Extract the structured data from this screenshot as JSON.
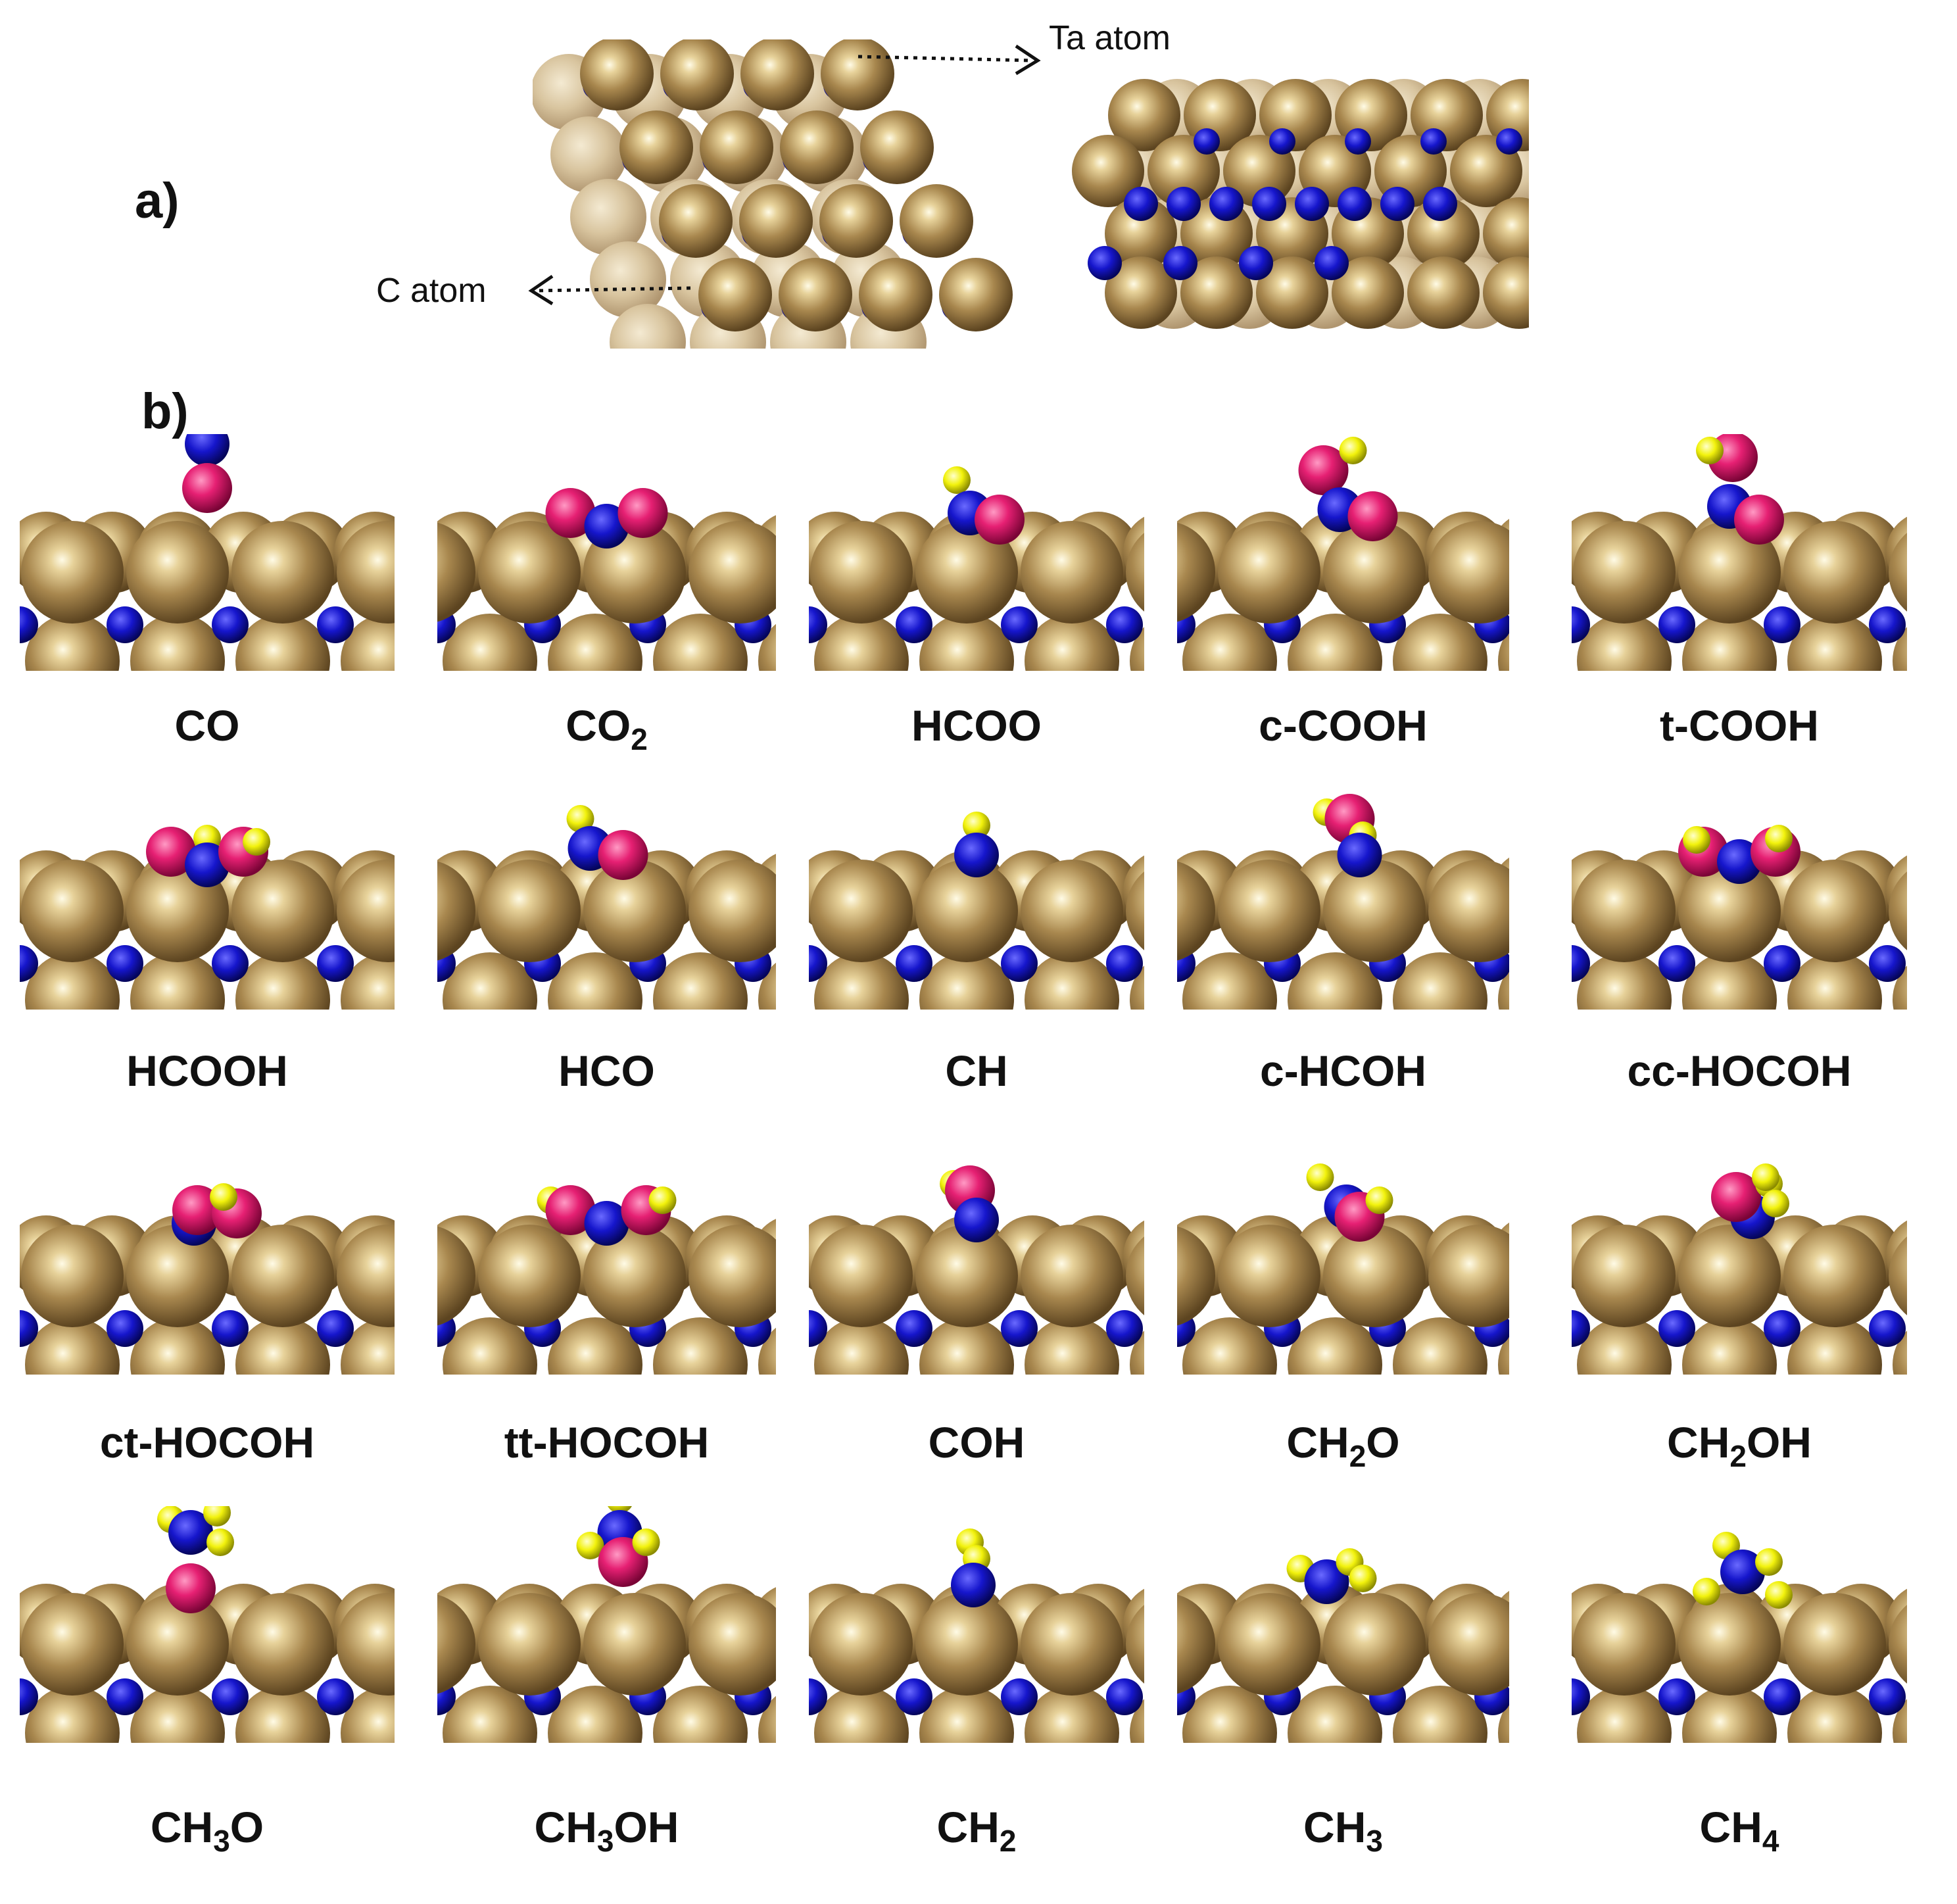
{
  "panel_a": {
    "label": "a)",
    "annotations": {
      "ta_atom": "Ta atom",
      "c_atom": "C atom"
    }
  },
  "panel_b": {
    "label": "b)",
    "intermediates": [
      {
        "main": "CO",
        "sub": "",
        "rest": ""
      },
      {
        "main": "CO",
        "sub": "2",
        "rest": ""
      },
      {
        "main": "HCOO",
        "sub": "",
        "rest": ""
      },
      {
        "main": "c-COOH",
        "sub": "",
        "rest": ""
      },
      {
        "main": "t-COOH",
        "sub": "",
        "rest": ""
      },
      {
        "main": "HCOOH",
        "sub": "",
        "rest": ""
      },
      {
        "main": "HCO",
        "sub": "",
        "rest": ""
      },
      {
        "main": "CH",
        "sub": "",
        "rest": ""
      },
      {
        "main": "c-HCOH",
        "sub": "",
        "rest": ""
      },
      {
        "main": "cc-HOCOH",
        "sub": "",
        "rest": ""
      },
      {
        "main": "ct-HOCOH",
        "sub": "",
        "rest": ""
      },
      {
        "main": "tt-HOCOH",
        "sub": "",
        "rest": ""
      },
      {
        "main": "COH",
        "sub": "",
        "rest": ""
      },
      {
        "main": "CH",
        "sub": "2",
        "rest": "O"
      },
      {
        "main": "CH",
        "sub": "2",
        "rest": "OH"
      },
      {
        "main": "CH",
        "sub": "3",
        "rest": "O"
      },
      {
        "main": "CH",
        "sub": "3",
        "rest": "OH"
      },
      {
        "main": "CH",
        "sub": "2",
        "rest": ""
      },
      {
        "main": "CH",
        "sub": "3",
        "rest": ""
      },
      {
        "main": "CH",
        "sub": "4",
        "rest": ""
      }
    ]
  },
  "colors": {
    "ta_atom": "#a8874e",
    "c_atom": "#1515c8",
    "o_atom": "#e0206a",
    "h_atom": "#f2f20c"
  }
}
